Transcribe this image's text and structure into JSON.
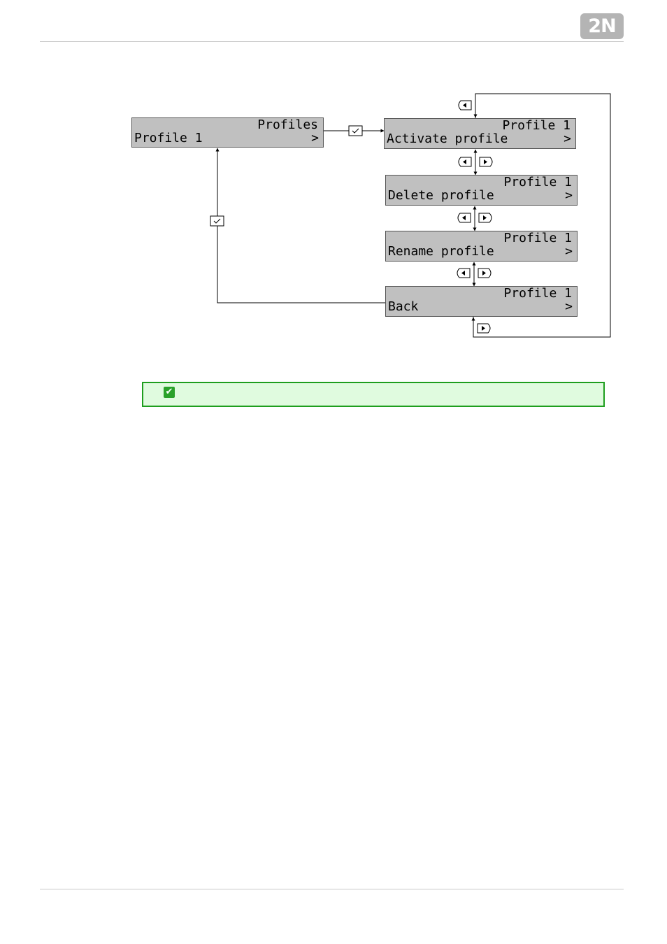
{
  "header": {
    "logo_text": "2N"
  },
  "diagram": {
    "start_screen": {
      "line1": "Profiles",
      "line2": "Profile 1",
      "chevron": ">"
    },
    "screens": [
      {
        "line1": "Profile 1",
        "line2": "Activate profile",
        "chevron": ">"
      },
      {
        "line1": "Profile 1",
        "line2": "Delete profile",
        "chevron": ">"
      },
      {
        "line1": "Profile 1",
        "line2": "Rename profile",
        "chevron": ">"
      },
      {
        "line1": "Profile 1",
        "line2": "Back",
        "chevron": ">"
      }
    ],
    "key_icons": [
      "ok-key-icon",
      "left-arrow-key-icon",
      "right-arrow-key-icon"
    ]
  },
  "note": {
    "icon": "check-icon",
    "icon_glyph": "✔",
    "color": "#1e9e1e",
    "background": "#e0fbdf"
  }
}
